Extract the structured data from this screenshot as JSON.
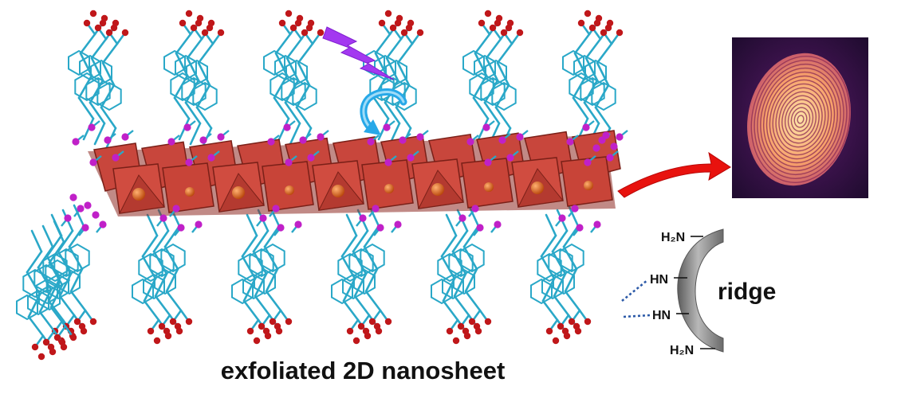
{
  "caption": "exfoliated 2D nanosheet",
  "ridge_label": "ridge",
  "groups": {
    "amine_top": "H₂N",
    "imine_1": "HN",
    "imine_2": "HN",
    "amine_bottom": "H₂N"
  },
  "colors": {
    "linker": "#2aa8c8",
    "oxygen": "#c0171a",
    "phosphorus": "#c020c8",
    "octahedron": "#c8463c",
    "octahedron_dark": "#8e2a22",
    "metal": "#d9641a",
    "arrow_red": "#e8120e",
    "light_bolt": "#a338f0",
    "cycle_arrow": "#27a8e8",
    "ridge_grey": "#8a8a8a",
    "hbond_blue": "#2c5aa8"
  },
  "icons": [
    "light-bolt-icon",
    "cycle-arrow-icon",
    "right-arrow-icon"
  ]
}
